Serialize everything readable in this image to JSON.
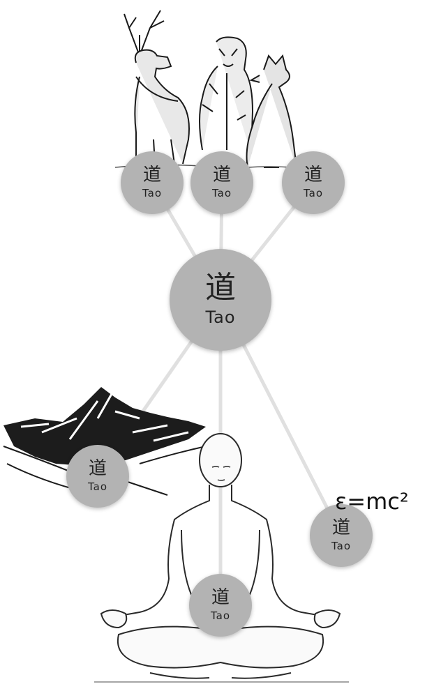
{
  "nodes": {
    "center": {
      "glyph": "道",
      "label": "Tao"
    },
    "deer": {
      "glyph": "道",
      "label": "Tao"
    },
    "tiger": {
      "glyph": "道",
      "label": "Tao"
    },
    "wolf": {
      "glyph": "道",
      "label": "Tao"
    },
    "mountain": {
      "glyph": "道",
      "label": "Tao"
    },
    "physics": {
      "glyph": "道",
      "label": "Tao"
    },
    "human": {
      "glyph": "道",
      "label": "Tao"
    }
  },
  "formula": "ε=mc²",
  "illustrations": [
    "deer",
    "tiger",
    "wolf",
    "mountains",
    "meditating-person"
  ],
  "colors": {
    "node_fill": "#b3b3b3",
    "connector": "#e0e0e0",
    "ink": "#222222"
  }
}
